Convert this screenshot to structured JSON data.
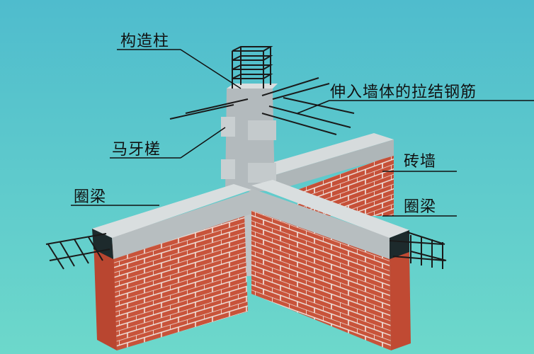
{
  "labels": {
    "column": "构造柱",
    "tie_bars": "伸入墙体的拉结钢筋",
    "toothed_joint": "马牙槎",
    "ring_beam_left": "圈梁",
    "brick_wall": "砖墙",
    "ring_beam_right": "圈梁"
  },
  "colors": {
    "background_top": "#4fc0cf",
    "background_bottom": "#6cd8cb",
    "brick": "#c8533a",
    "mortar": "#f1e6e0",
    "concrete": "#b9c0c2",
    "rebar": "#1a1a1a"
  }
}
